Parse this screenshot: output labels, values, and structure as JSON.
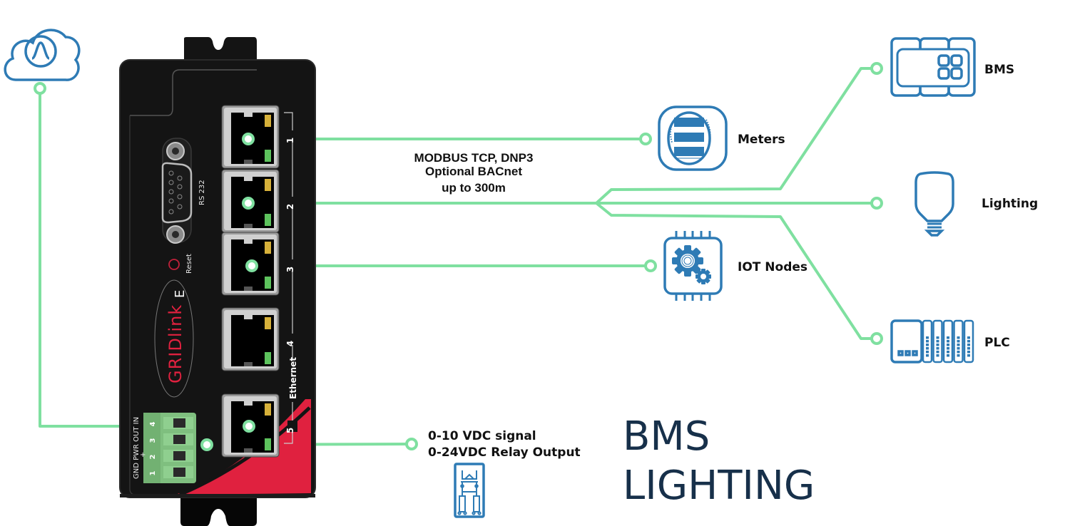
{
  "diagram": {
    "title_line1": "BMS",
    "title_line2": "LIGHTING",
    "protocol_line1": "MODBUS TCP, DNP3",
    "protocol_line2": "Optional BACnet",
    "protocol_line3": "up to 300m",
    "signal_line1": "0-10 VDC signal",
    "signal_line2": "0-24VDC Relay Output"
  },
  "device": {
    "brand": "GRIDlink",
    "serial_port_label": "RS 232",
    "reset_label": "Reset",
    "ethernet_label": "Ethernet",
    "terminal_label": "GND PWR OUT IN",
    "terminal_plus": "+",
    "ports": [
      "1",
      "2",
      "3",
      "4",
      "5"
    ],
    "terminals": [
      "1",
      "2",
      "3",
      "4"
    ]
  },
  "endpoints": [
    {
      "id": "meters",
      "label": "Meters",
      "icon": "meter-icon"
    },
    {
      "id": "bms",
      "label": "BMS",
      "icon": "bms-panel-icon"
    },
    {
      "id": "lighting",
      "label": "Lighting",
      "icon": "light-bulb-icon"
    },
    {
      "id": "iot",
      "label": "IOT Nodes",
      "icon": "iot-gear-chip-icon"
    },
    {
      "id": "plc",
      "label": "PLC",
      "icon": "plc-rack-icon"
    }
  ],
  "cloud": {
    "icon": "cloud-icon"
  },
  "relay": {
    "icon": "relay-icon"
  },
  "colors": {
    "wire": "#7fe0a0",
    "icon_blue": "#2e7bb5",
    "device_body": "#141414",
    "brand_red": "#e0213f",
    "terminal_green": "#7fbf7f",
    "title_navy": "#17304a"
  }
}
